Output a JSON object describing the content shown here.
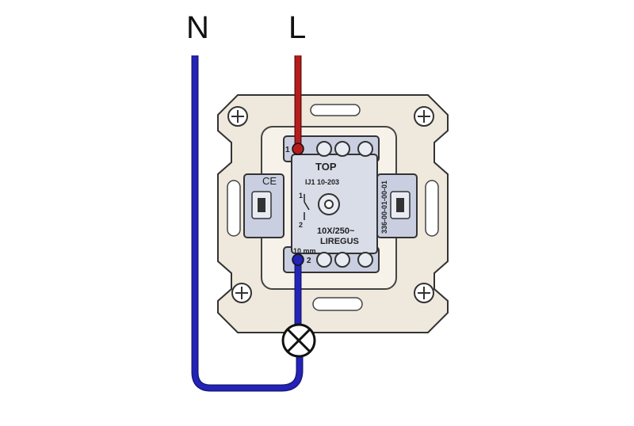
{
  "wires": {
    "neutral_label": "N",
    "line_label": "L",
    "neutral_color": "#2323b8",
    "line_color": "#b51d1d"
  },
  "switch": {
    "top_label": "TOP",
    "model": "IJ1 10-203",
    "rating": "10X/250~",
    "brand": "LIREGUS",
    "code": "336-00-01-00-01",
    "strip_length": "10 mm",
    "terminal_1": "1",
    "terminal_2": "2",
    "schematic_1": "1",
    "schematic_2": "2",
    "ce_mark": "CE",
    "plate_color": "#efe8dc",
    "body_color": "#c9cfe0"
  },
  "load": {
    "icon": "lamp-icon"
  }
}
